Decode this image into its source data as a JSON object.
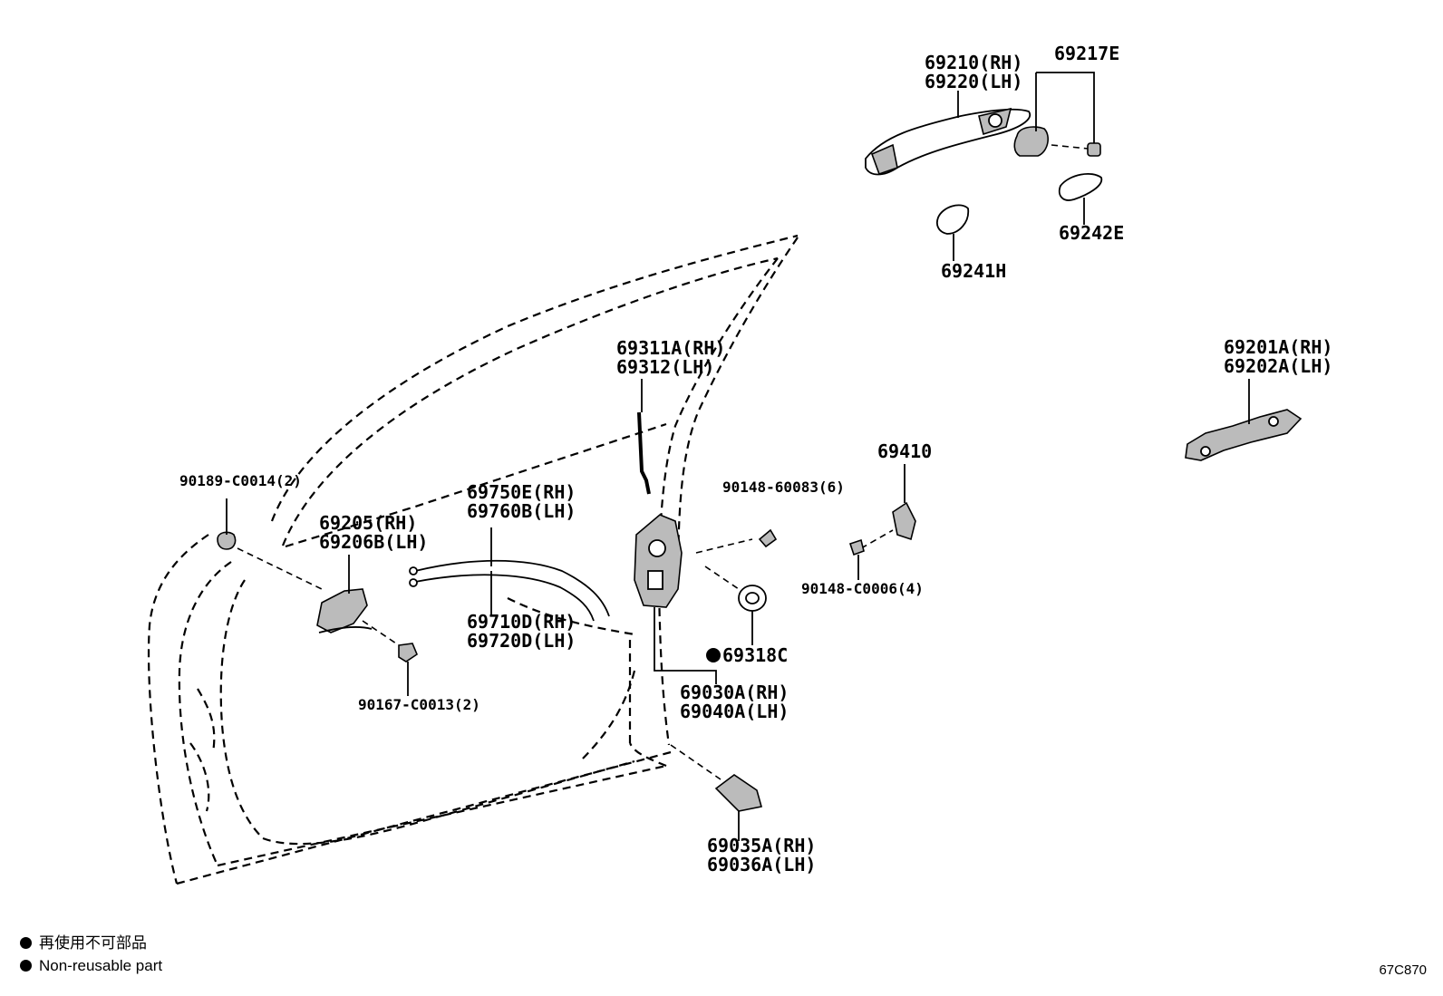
{
  "labels": {
    "p69210": "69210(RH)",
    "p69220": "69220(LH)",
    "p69217E": "69217E",
    "p69241H": "69241H",
    "p69242E": "69242E",
    "p69311A": "69311A(RH)",
    "p69312": "69312(LH)",
    "p69201A": "69201A(RH)",
    "p69202A": "69202A(LH)",
    "p90189": "90189-C0014(2)",
    "p69205": "69205(RH)",
    "p69206B": "69206B(LH)",
    "p69750E": "69750E(RH)",
    "p69760B": "69760B(LH)",
    "p90148_60083": "90148-60083(6)",
    "p69410": "69410",
    "p90148_C0006": "90148-C0006(4)",
    "p69710D": "69710D(RH)",
    "p69720D": "69720D(LH)",
    "p69318C": "69318C",
    "p69030A": "69030A(RH)",
    "p69040A": "69040A(LH)",
    "p90167": "90167-C0013(2)",
    "p69035A": "69035A(RH)",
    "p69036A": "69036A(LH)"
  },
  "legend": {
    "jp": "再使用不可部品",
    "en": "Non-reusable part"
  },
  "diagram_code": "67C870"
}
